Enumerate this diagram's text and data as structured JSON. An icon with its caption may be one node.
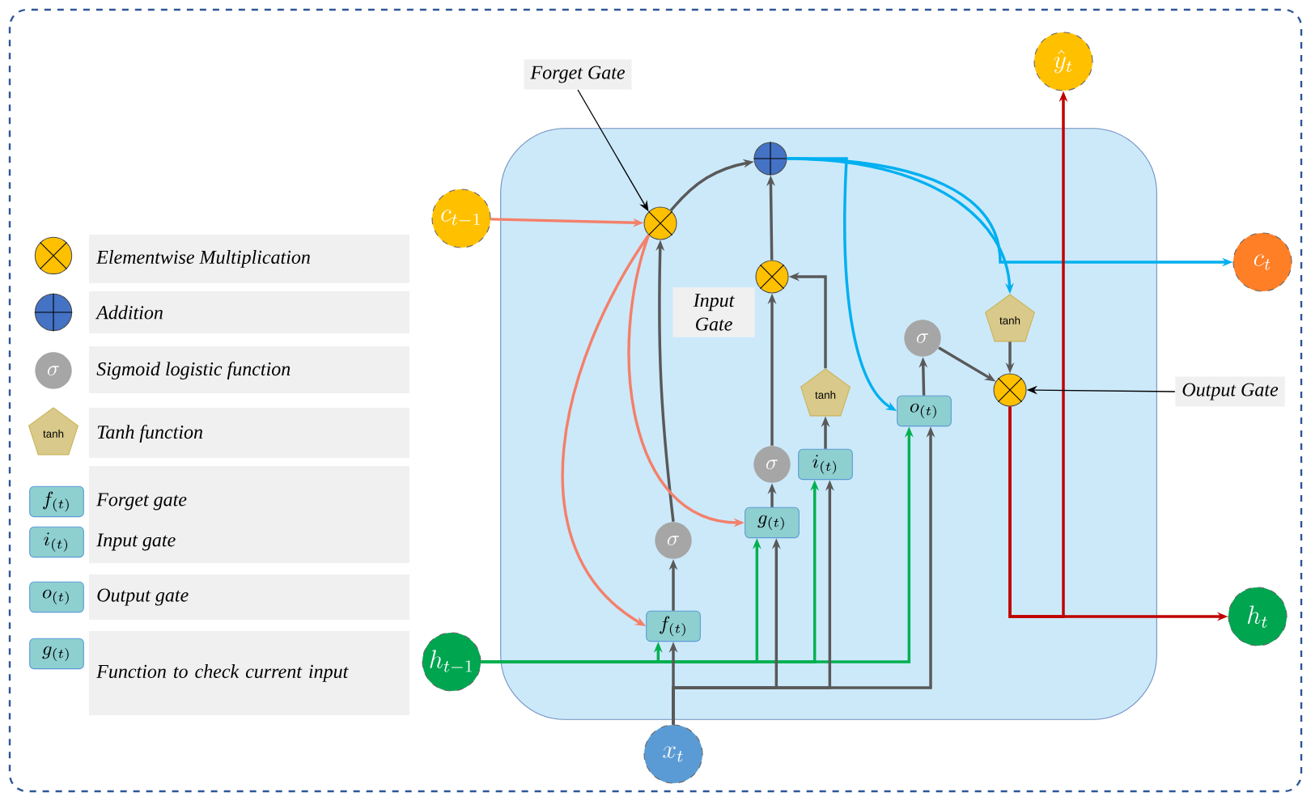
{
  "diagram": {
    "nodes": [
      {
        "text": [],
        "shape": "box"
      },
      {
        "text": [
          "c_{t-1}"
        ]
      },
      {
        "text": [],
        "shape": "circle",
        "in": 0
      },
      {
        "text": [],
        "shape": "circle",
        "in": 0
      },
      {
        "text": [],
        "shape": "circle",
        "in": 0
      },
      {
        "text": [
          "tanh"
        ],
        "in": 0
      },
      {
        "text": [
          "\\sigma"
        ],
        "in": 0
      },
      {
        "text": [
          "i_{(t)}"
        ],
        "in": 0
      },
      {
        "text": [
          "g_{(t)}"
        ],
        "in": 0
      },
      {
        "text": [
          "\\sigma"
        ],
        "in": 0
      },
      {
        "text": [
          "f_{(t)}"
        ],
        "in": 0
      },
      {
        "text": [
          "o_{(t)}"
        ],
        "in": 0
      },
      {
        "text": [
          "\\sigma"
        ],
        "in": 0
      },
      {
        "text": [
          "tanh"
        ],
        "in": 0
      },
      {
        "text": [],
        "shape": "circle",
        "in": 0
      },
      {
        "text": [
          "\\hat{y}_t"
        ]
      },
      {
        "text": [
          "c_t"
        ]
      },
      {
        "text": [
          "h_t"
        ]
      },
      {
        "text": [
          "h_{t-1}"
        ]
      },
      {
        "text": [
          "x_t"
        ]
      },
      {
        "text": [
          "Forget Gate"
        ]
      },
      {
        "text": [
          "Output Gate"
        ]
      }
    ],
    "edges": [
      {
        "from": 1,
        "to": 2,
        "arrow": "to",
        "color": "#f4806a"
      },
      {
        "from": 2,
        "to": 3,
        "arrow": "to"
      },
      {
        "from": 4,
        "to": 3,
        "arrow": "to"
      },
      {
        "from": 5,
        "to": 4,
        "arrow": "to"
      },
      {
        "from": 6,
        "to": 4,
        "arrow": "to"
      },
      {
        "from": 7,
        "to": 5,
        "arrow": "to"
      },
      {
        "from": 8,
        "to": 6,
        "arrow": "to"
      },
      {
        "from": 10,
        "to": 9,
        "arrow": "to"
      },
      {
        "from": 9,
        "to": 2,
        "arrow": "to"
      },
      {
        "from": 2,
        "to": 10,
        "arrow": "to",
        "color": "#f4806a"
      },
      {
        "from": 2,
        "to": 8,
        "arrow": "to",
        "color": "#f4806a"
      },
      {
        "from": 3,
        "to": 16,
        "arrow": "to",
        "color": "#00b0f0"
      },
      {
        "from": 3,
        "to": 13,
        "arrow": "to",
        "color": "#00b0f0"
      },
      {
        "from": 3,
        "to": 11,
        "arrow": "to",
        "color": "#00b0f0"
      },
      {
        "from": 12,
        "to": 14,
        "arrow": "to"
      },
      {
        "from": 13,
        "to": 14,
        "arrow": "to"
      },
      {
        "from": 11,
        "to": 12,
        "arrow": "to"
      },
      {
        "from": 14,
        "to": 17,
        "arrow": "to",
        "color": "#c00000"
      },
      {
        "from": 14,
        "to": 15,
        "arrow": "to",
        "color": "#c00000"
      },
      {
        "from": 18,
        "to": 10,
        "arrow": "to",
        "color": "#00b050"
      },
      {
        "from": 18,
        "to": 8,
        "arrow": "to",
        "color": "#00b050"
      },
      {
        "from": 18,
        "to": 7,
        "arrow": "to",
        "color": "#00b050"
      },
      {
        "from": 18,
        "to": 11,
        "arrow": "to",
        "color": "#00b050"
      },
      {
        "from": 19,
        "to": 10,
        "arrow": "to"
      },
      {
        "from": 19,
        "to": 8,
        "arrow": "to"
      },
      {
        "from": 19,
        "to": 7,
        "arrow": "to"
      },
      {
        "from": 19,
        "to": 11,
        "arrow": "to"
      },
      {
        "from": 20,
        "to": 2,
        "arrow": "to",
        "color": "#000000"
      },
      {
        "from": 21,
        "to": 14,
        "arrow": "to",
        "color": "#000000"
      }
    ],
    "labels": [
      "Input Gate",
      "\\sigma",
      "tanh",
      "f_{(t)}",
      "i_{(t)}",
      "o_{(t)}",
      "g_{(t)}"
    ],
    "legend": [
      {
        "text": "Elementwise Multiplication"
      },
      {
        "text": "Addition"
      },
      {
        "text": "Sigmoid logistic function"
      },
      {
        "text": "Tanh function"
      },
      {
        "text": "Forget gate"
      },
      {
        "text": "Input gate"
      },
      {
        "text": "Output gate"
      },
      {
        "text": "Function to check current input"
      }
    ]
  }
}
